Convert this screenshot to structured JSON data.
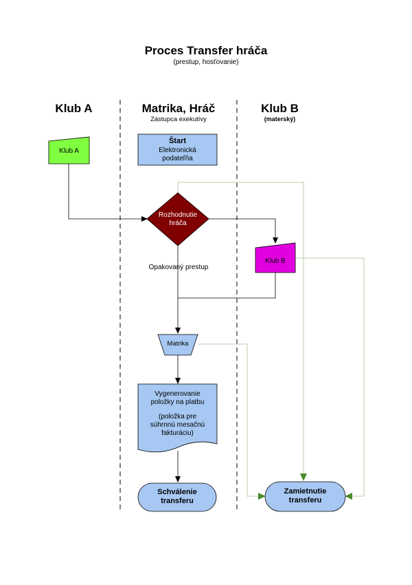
{
  "title": "Proces Transfer hráča",
  "subtitle": "(prestup, hosťovanie)",
  "lanes": [
    {
      "title": "Klub A",
      "subtitle": ""
    },
    {
      "title": "Matrika, Hráč",
      "subtitle": "Zástupca exekutívy"
    },
    {
      "title": "Klub B",
      "subtitle": "(materský)"
    }
  ],
  "nodes": {
    "klub_a": {
      "label": "Klub A"
    },
    "start": {
      "label": "Štart",
      "sublabel1": "Elektronická",
      "sublabel2": "podateľňa"
    },
    "decision": {
      "label1": "Rozhodnutie",
      "label2": "hráča"
    },
    "klub_b": {
      "label": "Klub B"
    },
    "matrika": {
      "label": "Matrika"
    },
    "document": {
      "line1": "Vygenerovanie",
      "line2": "položky na platbu",
      "line3": "(položka pre",
      "line4": "súhrnnú mesačnú",
      "line5": "fakturáciu)"
    },
    "approve": {
      "line1": "Schválenie",
      "line2": "transferu"
    },
    "reject": {
      "line1": "Zamietnutie",
      "line2": "transferu"
    }
  },
  "edge_labels": {
    "repeat": "Opakovaný prestup"
  },
  "colors": {
    "green": "#80ff40",
    "blue": "#a6c8f2",
    "maroon": "#800000",
    "magenta": "#e000e0",
    "reject_line": "#b8ccac",
    "reject_arrow": "#4a8a2a",
    "black_line": "#000000",
    "lane_divider": "#000000"
  }
}
